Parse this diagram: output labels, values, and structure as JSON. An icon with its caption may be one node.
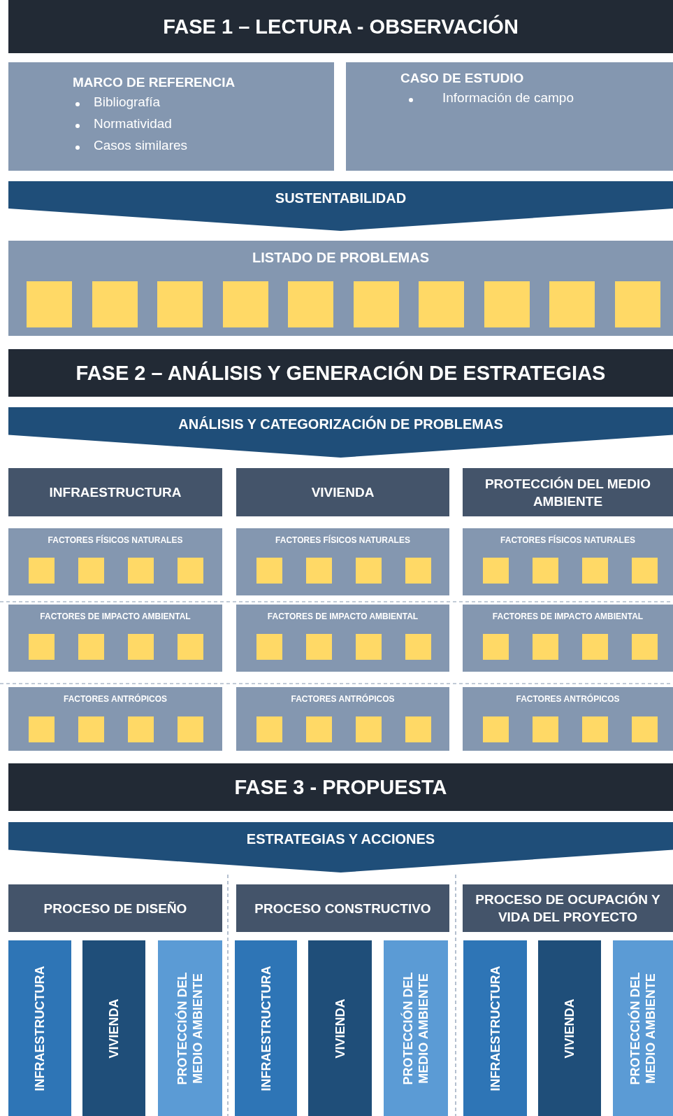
{
  "diagram": {
    "nodes": [
      {
        "text": [
          "FASE 1 – LECTURA - OBSERVACIÓN"
        ]
      },
      {
        "text": [
          "MARCO DE REFERENCIA",
          "Bibliografía",
          "Normatividad",
          "Casos similares"
        ]
      },
      {
        "text": [
          "CASO DE ESTUDIO",
          "Información de campo"
        ]
      },
      {
        "text": [
          "SUSTENTABILIDAD"
        ]
      },
      {
        "text": [
          "LISTADO DE PROBLEMAS"
        ]
      },
      {
        "text": [],
        "shape": "box",
        "in": 4
      },
      {
        "text": [],
        "shape": "box",
        "in": 4
      },
      {
        "text": [],
        "shape": "box",
        "in": 4
      },
      {
        "text": [],
        "shape": "box",
        "in": 4
      },
      {
        "text": [],
        "shape": "box",
        "in": 4
      },
      {
        "text": [],
        "shape": "box",
        "in": 4
      },
      {
        "text": [],
        "shape": "box",
        "in": 4
      },
      {
        "text": [],
        "shape": "box",
        "in": 4
      },
      {
        "text": [],
        "shape": "box",
        "in": 4
      },
      {
        "text": [],
        "shape": "box",
        "in": 4
      },
      {
        "text": [
          "FASE 2 – ANÁLISIS Y GENERACIÓN DE ESTRATEGIAS"
        ]
      },
      {
        "text": [
          "ANÁLISIS Y CATEGORIZACIÓN DE PROBLEMAS"
        ]
      },
      {
        "text": [
          "INFRAESTRUCTURA"
        ]
      },
      {
        "text": [
          "VIVIENDA"
        ]
      },
      {
        "text": [
          "PROTECCIÓN DEL MEDIO AMBIENTE"
        ]
      },
      {
        "text": [
          "FACTORES FÍSICOS NATURALES"
        ]
      },
      {
        "text": [],
        "shape": "box",
        "in": 20
      },
      {
        "text": [],
        "shape": "box",
        "in": 20
      },
      {
        "text": [],
        "shape": "box",
        "in": 20
      },
      {
        "text": [],
        "shape": "box",
        "in": 20
      },
      {
        "text": [
          "FACTORES FÍSICOS NATURALES"
        ]
      },
      {
        "text": [],
        "shape": "box",
        "in": 25
      },
      {
        "text": [],
        "shape": "box",
        "in": 25
      },
      {
        "text": [],
        "shape": "box",
        "in": 25
      },
      {
        "text": [],
        "shape": "box",
        "in": 25
      },
      {
        "text": [
          "FACTORES FÍSICOS NATURALES"
        ]
      },
      {
        "text": [],
        "shape": "box",
        "in": 30
      },
      {
        "text": [],
        "shape": "box",
        "in": 30
      },
      {
        "text": [],
        "shape": "box",
        "in": 30
      },
      {
        "text": [],
        "shape": "box",
        "in": 30
      },
      {
        "text": [
          "FACTORES DE IMPACTO AMBIENTAL"
        ]
      },
      {
        "text": [],
        "shape": "box",
        "in": 35
      },
      {
        "text": [],
        "shape": "box",
        "in": 35
      },
      {
        "text": [],
        "shape": "box",
        "in": 35
      },
      {
        "text": [],
        "shape": "box",
        "in": 35
      },
      {
        "text": [
          "FACTORES DE IMPACTO AMBIENTAL"
        ]
      },
      {
        "text": [],
        "shape": "box",
        "in": 40
      },
      {
        "text": [],
        "shape": "box",
        "in": 40
      },
      {
        "text": [],
        "shape": "box",
        "in": 40
      },
      {
        "text": [],
        "shape": "box",
        "in": 40
      },
      {
        "text": [
          "FACTORES DE IMPACTO AMBIENTAL"
        ]
      },
      {
        "text": [],
        "shape": "box",
        "in": 45
      },
      {
        "text": [],
        "shape": "box",
        "in": 45
      },
      {
        "text": [],
        "shape": "box",
        "in": 45
      },
      {
        "text": [],
        "shape": "box",
        "in": 45
      },
      {
        "text": [
          "FACTORES ANTRÓPICOS"
        ]
      },
      {
        "text": [],
        "shape": "box",
        "in": 50
      },
      {
        "text": [],
        "shape": "box",
        "in": 50
      },
      {
        "text": [],
        "shape": "box",
        "in": 50
      },
      {
        "text": [],
        "shape": "box",
        "in": 50
      },
      {
        "text": [
          "FACTORES ANTRÓPICOS"
        ]
      },
      {
        "text": [],
        "shape": "box",
        "in": 55
      },
      {
        "text": [],
        "shape": "box",
        "in": 55
      },
      {
        "text": [],
        "shape": "box",
        "in": 55
      },
      {
        "text": [],
        "shape": "box",
        "in": 55
      },
      {
        "text": [
          "FACTORES ANTRÓPICOS"
        ]
      },
      {
        "text": [],
        "shape": "box",
        "in": 60
      },
      {
        "text": [],
        "shape": "box",
        "in": 60
      },
      {
        "text": [],
        "shape": "box",
        "in": 60
      },
      {
        "text": [],
        "shape": "box",
        "in": 60
      },
      {
        "text": [
          "FASE 3 - PROPUESTA"
        ]
      },
      {
        "text": [
          "ESTRATEGIAS Y ACCIONES"
        ]
      },
      {
        "text": [
          "PROCESO DE DISEÑO"
        ]
      },
      {
        "text": [
          "PROCESO CONSTRUCTIVO"
        ]
      },
      {
        "text": [
          "PROCESO DE OCUPACIÓN Y VIDA DEL PROYECTO"
        ]
      },
      {
        "text": [
          "INFRAESTRUCTURA"
        ]
      },
      {
        "text": [
          "VIVIENDA"
        ]
      },
      {
        "text": [
          "PROTECCIÓN DEL MEDIO AMBIENTE"
        ]
      },
      {
        "text": [
          "INFRAESTRUCTURA"
        ]
      },
      {
        "text": [
          "VIVIENDA"
        ]
      },
      {
        "text": [
          "PROTECCIÓN DEL MEDIO AMBIENTE"
        ]
      },
      {
        "text": [
          "INFRAESTRUCTURA"
        ]
      },
      {
        "text": [
          "VIVIENDA"
        ]
      },
      {
        "text": [
          "PROTECCIÓN DEL MEDIO AMBIENTE"
        ]
      }
    ]
  }
}
